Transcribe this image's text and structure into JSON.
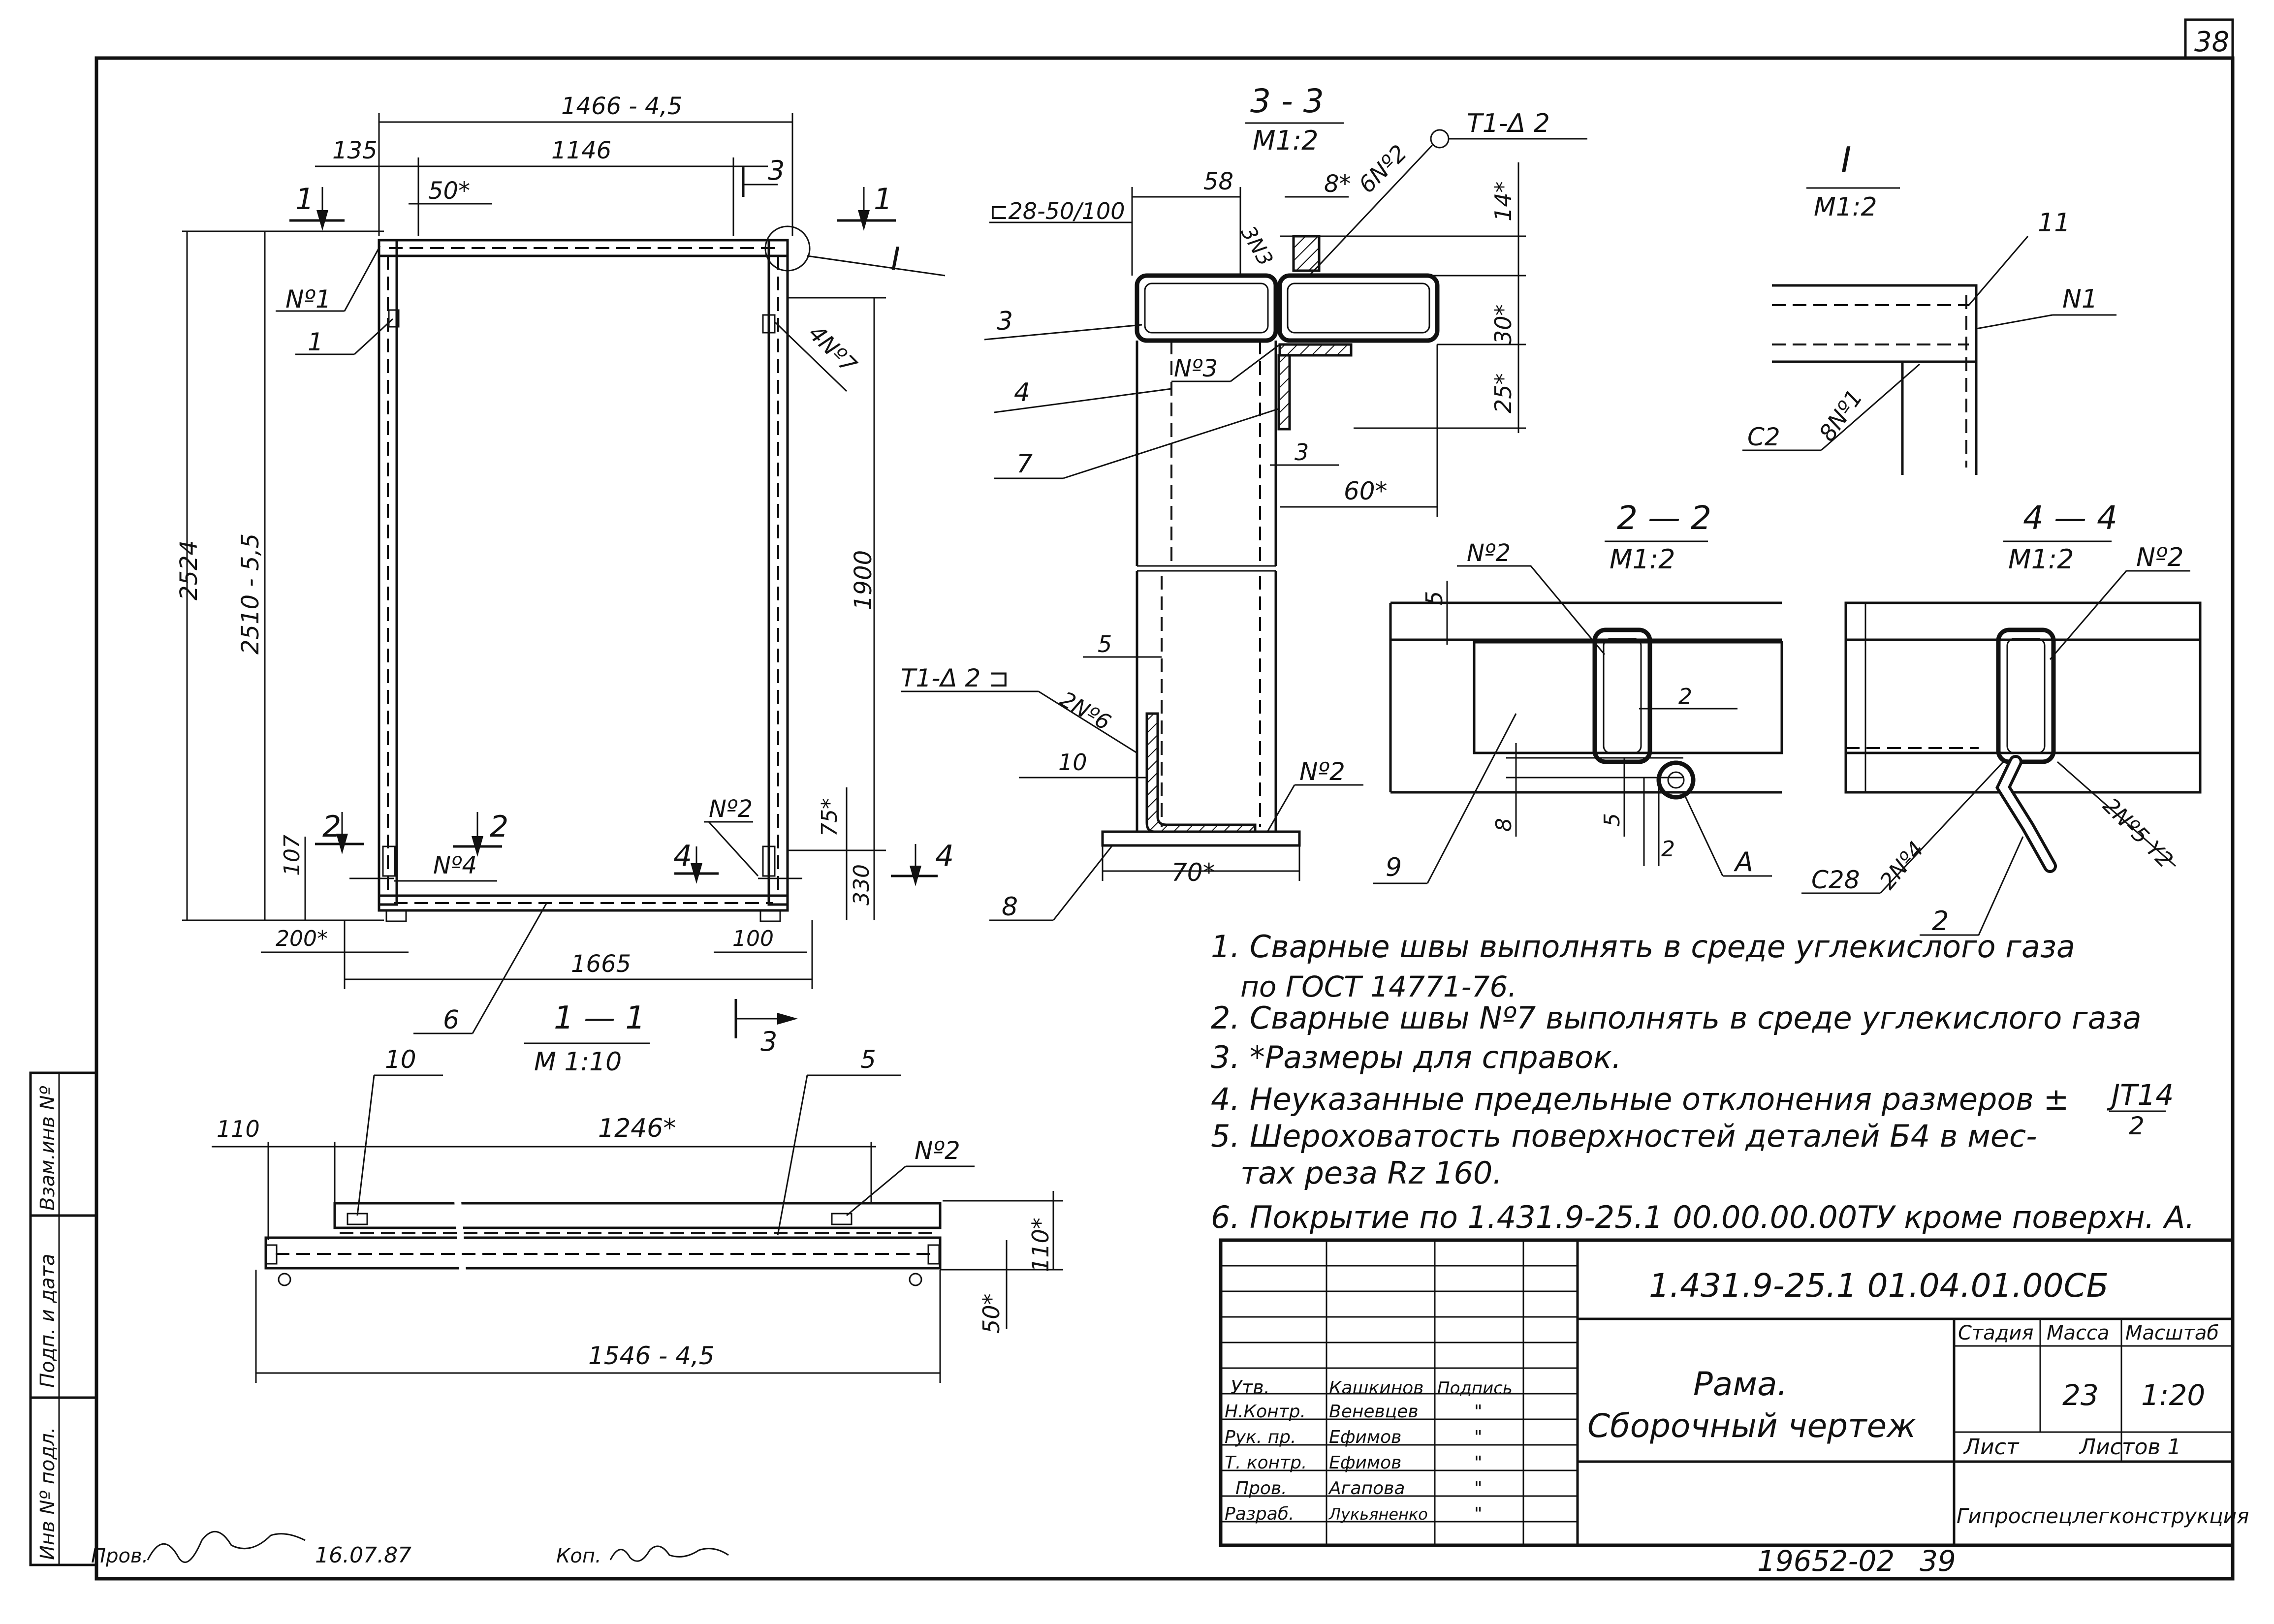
{
  "sheet_number": "38",
  "drawing": {
    "main_view": {
      "dims": {
        "overall_width": "1466 - 4,5",
        "offset": "135",
        "inner_width": "1146",
        "stub": "50*",
        "overall_height": "2524",
        "inner_height": "2510 - 5,5",
        "right_height": "1900",
        "base_left": "200*",
        "base_height": "107",
        "base_width": "1665",
        "right_base": "100",
        "right_75": "75*",
        "right_330": "330"
      },
      "cuts": {
        "c1_left": "1",
        "c1_right": "1",
        "c2_left": "2",
        "c2_right": "2",
        "c3_top": "3",
        "c3_bottom": "3",
        "c4_left": "4",
        "c4_right": "4"
      },
      "callouts": {
        "n1": "Nº1",
        "p1": "1",
        "n4_7": "4Nº7",
        "n4": "Nº4",
        "n2": "Nº2",
        "p6": "6",
        "detail": "I"
      }
    },
    "section_1_1": {
      "title": "1 — 1",
      "scale": "M 1:10",
      "p10": "10",
      "p5": "5",
      "n2": "Nº2",
      "d110": "110",
      "d1246": "1246*",
      "d110v": "110*",
      "d50": "50*",
      "d1546": "1546 - 4,5"
    },
    "section_3_3": {
      "title": "3 - 3",
      "scale": "M1:2",
      "c28": "⊏28-50/100",
      "d58": "58",
      "d8": "8*",
      "n6_2": "6Nº2",
      "t1": "T1-Δ 2",
      "d14": "14*",
      "n3n3": "3N3",
      "d30": "30*",
      "d25": "25*",
      "p3": "3",
      "p4": "4",
      "n3": "Nº3",
      "p7": "7",
      "d3": "3",
      "d60": "60*",
      "d5": "5",
      "t1b": "T1-Δ 2 ⊐",
      "n2n6": "2Nº6",
      "d10": "10",
      "n2": "Nº2",
      "d70": "70*",
      "p8": "8"
    },
    "detail_I": {
      "title": "I",
      "scale": "M1:2",
      "p11": "11",
      "n1": "N1",
      "c2": "C2",
      "n8n1": "8Nº1"
    },
    "section_2_2": {
      "title": "2 — 2",
      "scale": "M1:2",
      "n2": "Nº2",
      "d5": "5",
      "d2": "2",
      "d8": "8",
      "d5b": "5",
      "d2b": "2",
      "p9": "9",
      "a": "A"
    },
    "section_4_4": {
      "title": "4 — 4",
      "scale": "M1:2",
      "n2": "Nº2",
      "c28": "C28",
      "n2n4": "2Nº4",
      "n2n5": "2Nº5 Y2",
      "p2": "2"
    }
  },
  "notes": [
    "1. Сварные швы выполнять в среде углекислого газа",
    "по ГОСТ 14771-76.",
    "2. Сварные швы Nº7 выполнять в среде углекислого газа",
    "3. *Размеры для справок.",
    "4. Неуказанные предельные отклонения размеров ±",
    "5. Шероховатость поверхностей деталей Б4 в мес-",
    "тах реза   Rz 160.",
    "6. Покрытие по 1.431.9-25.1 00.00.00.00ТУ кроме поверхн. А."
  ],
  "tolerance": {
    "num": "JT14",
    "den": "2"
  },
  "title_block": {
    "code": "1.431.9-25.1 01.04.01.00СБ",
    "name_line1": "Рама.",
    "name_line2": "Сборочный чертеж",
    "stage_label": "Стадия",
    "mass_label": "Масса",
    "scale_label": "Масштаб",
    "mass_value": "23",
    "scale_value": "1:20",
    "sheet_label": "Лист",
    "sheets_label": "Листов 1",
    "organization": "Гипроспецлегконструкция",
    "signatures_header": "Подпись",
    "signatures": [
      {
        "role": "Утв.",
        "name": "Кашкинов",
        "sign": ""
      },
      {
        "role": "Н.Контр.",
        "name": "Веневцев",
        "sign": "\""
      },
      {
        "role": "Рук. пр.",
        "name": "Ефимов",
        "sign": "\""
      },
      {
        "role": "Т. контр.",
        "name": "Ефимов",
        "sign": "\""
      },
      {
        "role": "Пров.",
        "name": "Агапова",
        "sign": "\""
      },
      {
        "role": "Разраб.",
        "name": "Лукьяненко",
        "sign": "\""
      }
    ]
  },
  "side_stamp": {
    "inv_sub": "Взам.инв Nº",
    "sign_date": "Подп. и дата",
    "inv_orig": "Инв Nº подл."
  },
  "footer": {
    "checked": "Пров.",
    "checked_date": "16.07.87",
    "copied": "Коп.",
    "archive_no": "19652-02",
    "page_no": "39"
  }
}
